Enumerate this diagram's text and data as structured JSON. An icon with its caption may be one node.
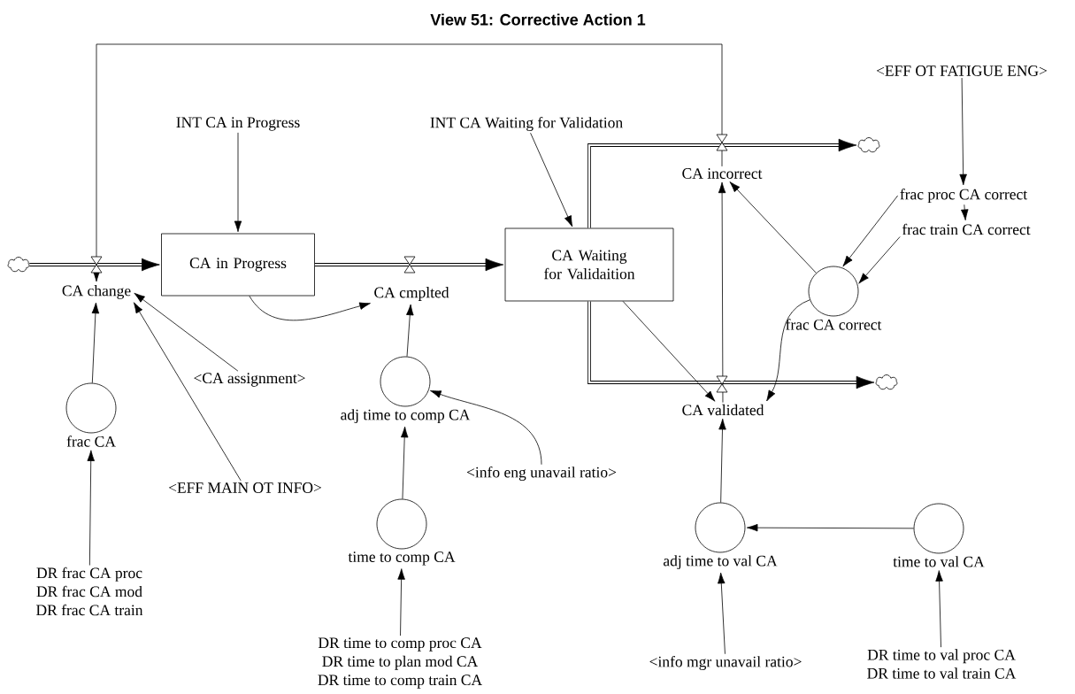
{
  "diagram": {
    "title": "View 51: Corrective Action 1",
    "nodes": [
      {
        "text": [],
        "shape": "cloud"
      },
      {
        "text": [
          "CA change"
        ]
      },
      {
        "text": [
          "INT CA in Progress"
        ]
      },
      {
        "text": [
          "CA in Progress"
        ]
      },
      {
        "text": [
          "CA cmplted"
        ]
      },
      {
        "text": [
          "CA Waiting for Validaition"
        ]
      },
      {
        "text": [
          "INT CA Waiting for Validation"
        ]
      },
      {
        "text": [
          "CA incorrect"
        ]
      },
      {
        "text": [],
        "shape": "cloud"
      },
      {
        "text": [
          "<EFF OT FATIGUE ENG>"
        ]
      },
      {
        "text": [
          "frac proc CA correct"
        ]
      },
      {
        "text": [
          "frac train CA correct"
        ]
      },
      {
        "text": [
          "frac CA correct"
        ]
      },
      {
        "text": [],
        "shape": "cloud"
      },
      {
        "text": [
          "CA validated"
        ]
      },
      {
        "text": [
          "<CA assignment>"
        ]
      },
      {
        "text": [
          "frac CA"
        ]
      },
      {
        "text": [
          "<EFF MAIN OT INFO>"
        ]
      },
      {
        "text": [
          "DR frac CA proc",
          "DR frac CA mod",
          "DR frac CA train"
        ]
      },
      {
        "text": [
          "adj time to comp CA"
        ]
      },
      {
        "text": [
          "<info eng unavail ratio>"
        ]
      },
      {
        "text": [
          "time to comp CA"
        ]
      },
      {
        "text": [
          "DR time to comp proc CA",
          "DR time to plan mod CA",
          "DR time to comp train CA"
        ]
      },
      {
        "text": [
          "adj time to val CA"
        ]
      },
      {
        "text": [
          "time to val CA"
        ]
      },
      {
        "text": [
          "<info mgr unavail ratio>"
        ]
      },
      {
        "text": [
          "DR time to val proc CA",
          "DR time to val train CA"
        ]
      }
    ],
    "edges": [
      {
        "from": 0,
        "to": 3,
        "arrow": "to",
        "style": "thick"
      },
      {
        "from": 3,
        "to": 5,
        "arrow": "to",
        "style": "thick"
      },
      {
        "from": 5,
        "to": 8,
        "arrow": "to",
        "style": "thick"
      },
      {
        "from": 5,
        "to": 13,
        "arrow": "to",
        "style": "thick"
      },
      {
        "from": 2,
        "to": 3,
        "arrow": "to"
      },
      {
        "from": 6,
        "to": 5,
        "arrow": "to"
      },
      {
        "from": 3,
        "to": 4,
        "arrow": "to"
      },
      {
        "from": 15,
        "to": 1,
        "arrow": "to"
      },
      {
        "from": 17,
        "to": 1,
        "arrow": "to"
      },
      {
        "from": 16,
        "to": 1,
        "arrow": "to"
      },
      {
        "from": 18,
        "to": 16,
        "arrow": "to"
      },
      {
        "from": 19,
        "to": 4,
        "arrow": "to"
      },
      {
        "from": 20,
        "to": 19,
        "arrow": "to"
      },
      {
        "from": 21,
        "to": 19,
        "arrow": "to"
      },
      {
        "from": 22,
        "to": 21,
        "arrow": "to"
      },
      {
        "from": 12,
        "to": 7,
        "arrow": "to"
      },
      {
        "from": 12,
        "to": 14,
        "arrow": "to"
      },
      {
        "from": 5,
        "to": 14,
        "arrow": "to"
      },
      {
        "from": 14,
        "to": 7,
        "arrow": "to"
      },
      {
        "from": 23,
        "to": 14,
        "arrow": "to"
      },
      {
        "from": 24,
        "to": 23,
        "arrow": "to"
      },
      {
        "from": 25,
        "to": 23,
        "arrow": "to"
      },
      {
        "from": 26,
        "to": 24,
        "arrow": "to"
      },
      {
        "from": 9,
        "to": 10,
        "arrow": "to"
      },
      {
        "from": 10,
        "to": 11,
        "arrow": "to"
      },
      {
        "from": 10,
        "to": 12,
        "arrow": "to"
      },
      {
        "from": 11,
        "to": 12,
        "arrow": "to"
      },
      {
        "from": 7,
        "to": 1,
        "arrow": "to"
      }
    ]
  }
}
